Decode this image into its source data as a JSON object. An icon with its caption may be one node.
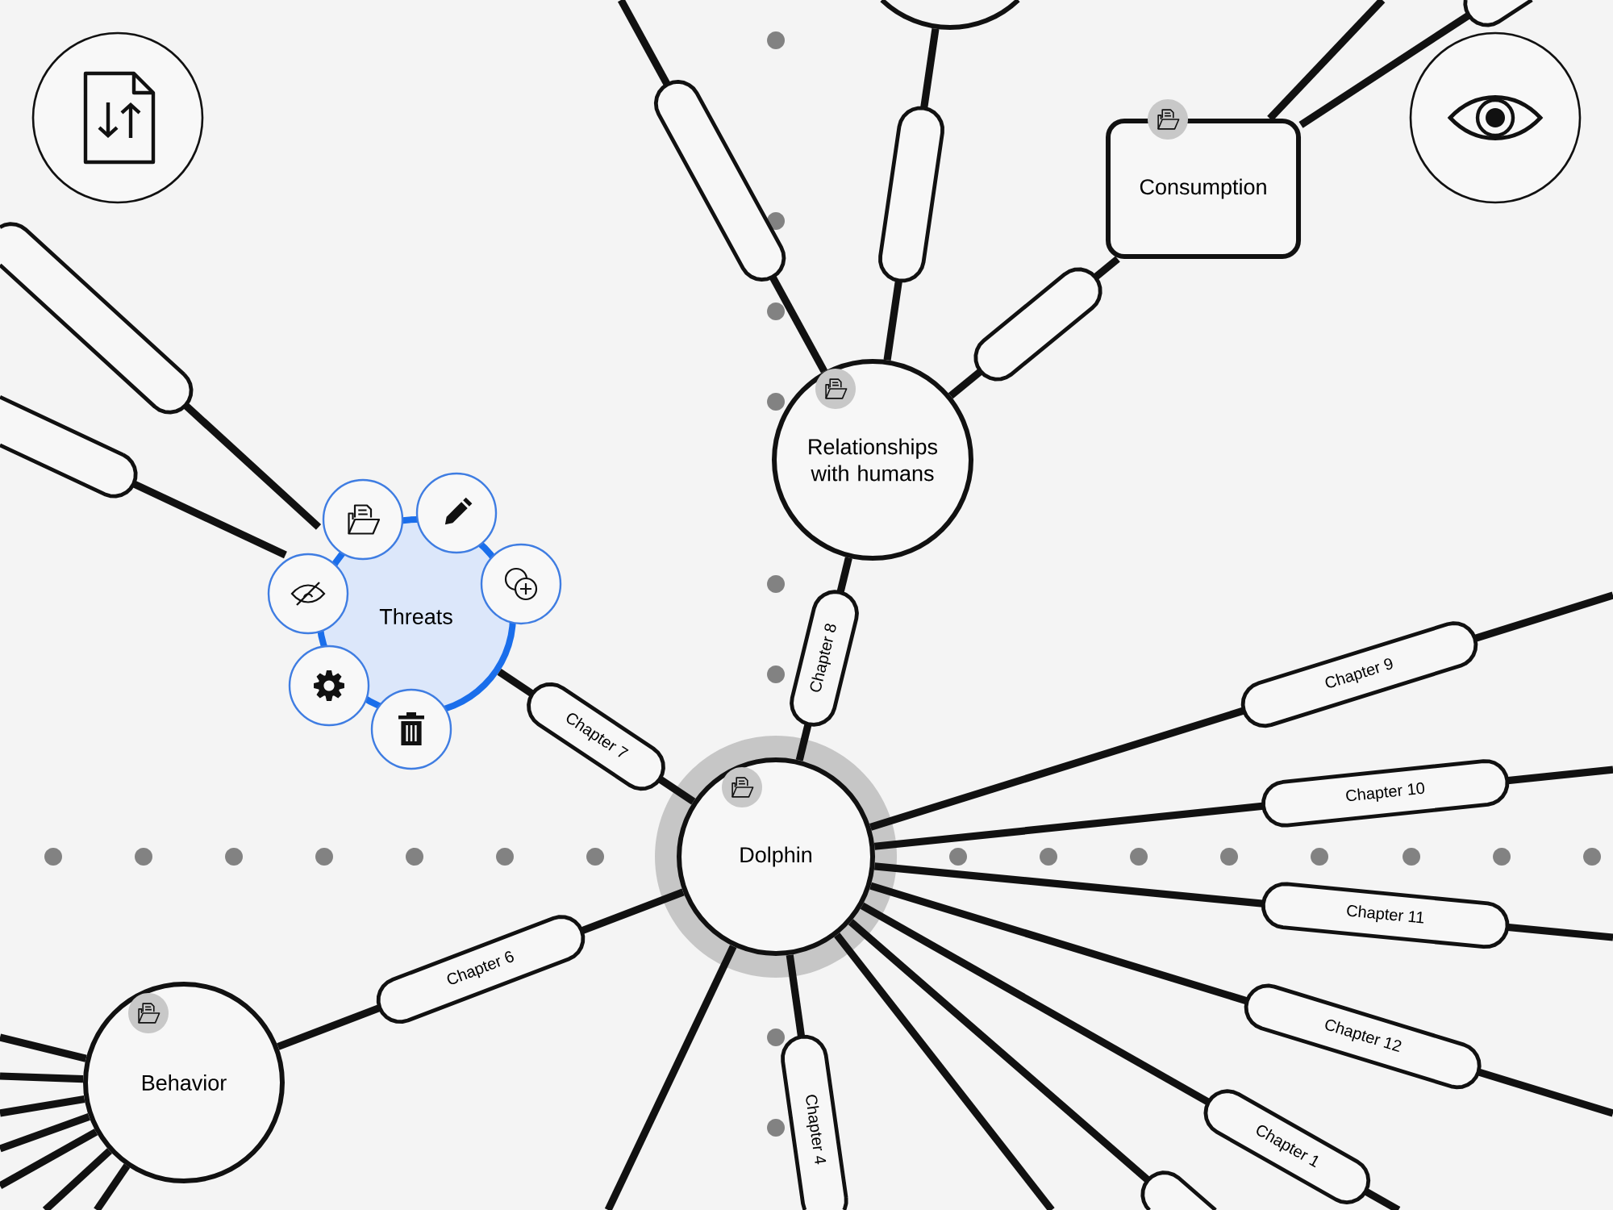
{
  "diagram": {
    "nodes": [
      {
        "text": [],
        "shape": "circle"
      },
      {
        "text": [
          "Consumption"
        ]
      },
      {
        "text": [
          "Relationships with humans"
        ]
      },
      {
        "text": [
          "Threats"
        ]
      },
      {
        "text": [
          "Dolphin"
        ]
      },
      {
        "text": [
          "Behavior"
        ]
      }
    ],
    "edges": [
      {
        "from": 4,
        "to": 3,
        "arrow": "none",
        "label": "Chapter 7"
      },
      {
        "from": 4,
        "to": 2,
        "arrow": "none",
        "label": "Chapter 8"
      },
      {
        "from": 4,
        "to": null,
        "arrow": "none",
        "label": "Chapter 9"
      },
      {
        "from": 4,
        "to": null,
        "arrow": "none",
        "label": "Chapter 10"
      },
      {
        "from": 4,
        "to": null,
        "arrow": "none",
        "label": "Chapter 11"
      },
      {
        "from": 4,
        "to": null,
        "arrow": "none",
        "label": "Chapter 12"
      },
      {
        "from": 4,
        "to": null,
        "arrow": "none",
        "label": "Chapter 1"
      },
      {
        "from": 4,
        "to": null,
        "arrow": "none"
      },
      {
        "from": 4,
        "to": null,
        "arrow": "none"
      },
      {
        "from": 4,
        "to": null,
        "arrow": "none",
        "label": "Chapter 4"
      },
      {
        "from": 4,
        "to": null,
        "arrow": "none"
      },
      {
        "from": 4,
        "to": 5,
        "arrow": "none",
        "label": "Chapter 6"
      },
      {
        "from": 2,
        "to": null,
        "arrow": "none"
      },
      {
        "from": 2,
        "to": 0,
        "arrow": "none"
      },
      {
        "from": 2,
        "to": 1,
        "arrow": "none"
      },
      {
        "from": 1,
        "to": null,
        "arrow": "none"
      },
      {
        "from": 1,
        "to": null,
        "arrow": "none"
      },
      {
        "from": 3,
        "to": null,
        "arrow": "none"
      },
      {
        "from": 3,
        "to": null,
        "arrow": "none"
      },
      {
        "from": 5,
        "to": null,
        "arrow": "none"
      },
      {
        "from": 5,
        "to": null,
        "arrow": "none"
      },
      {
        "from": 5,
        "to": null,
        "arrow": "none"
      },
      {
        "from": 5,
        "to": null,
        "arrow": "none"
      },
      {
        "from": 5,
        "to": null,
        "arrow": "none"
      },
      {
        "from": 5,
        "to": null,
        "arrow": "none"
      },
      {
        "from": 5,
        "to": null,
        "arrow": "none"
      }
    ]
  }
}
